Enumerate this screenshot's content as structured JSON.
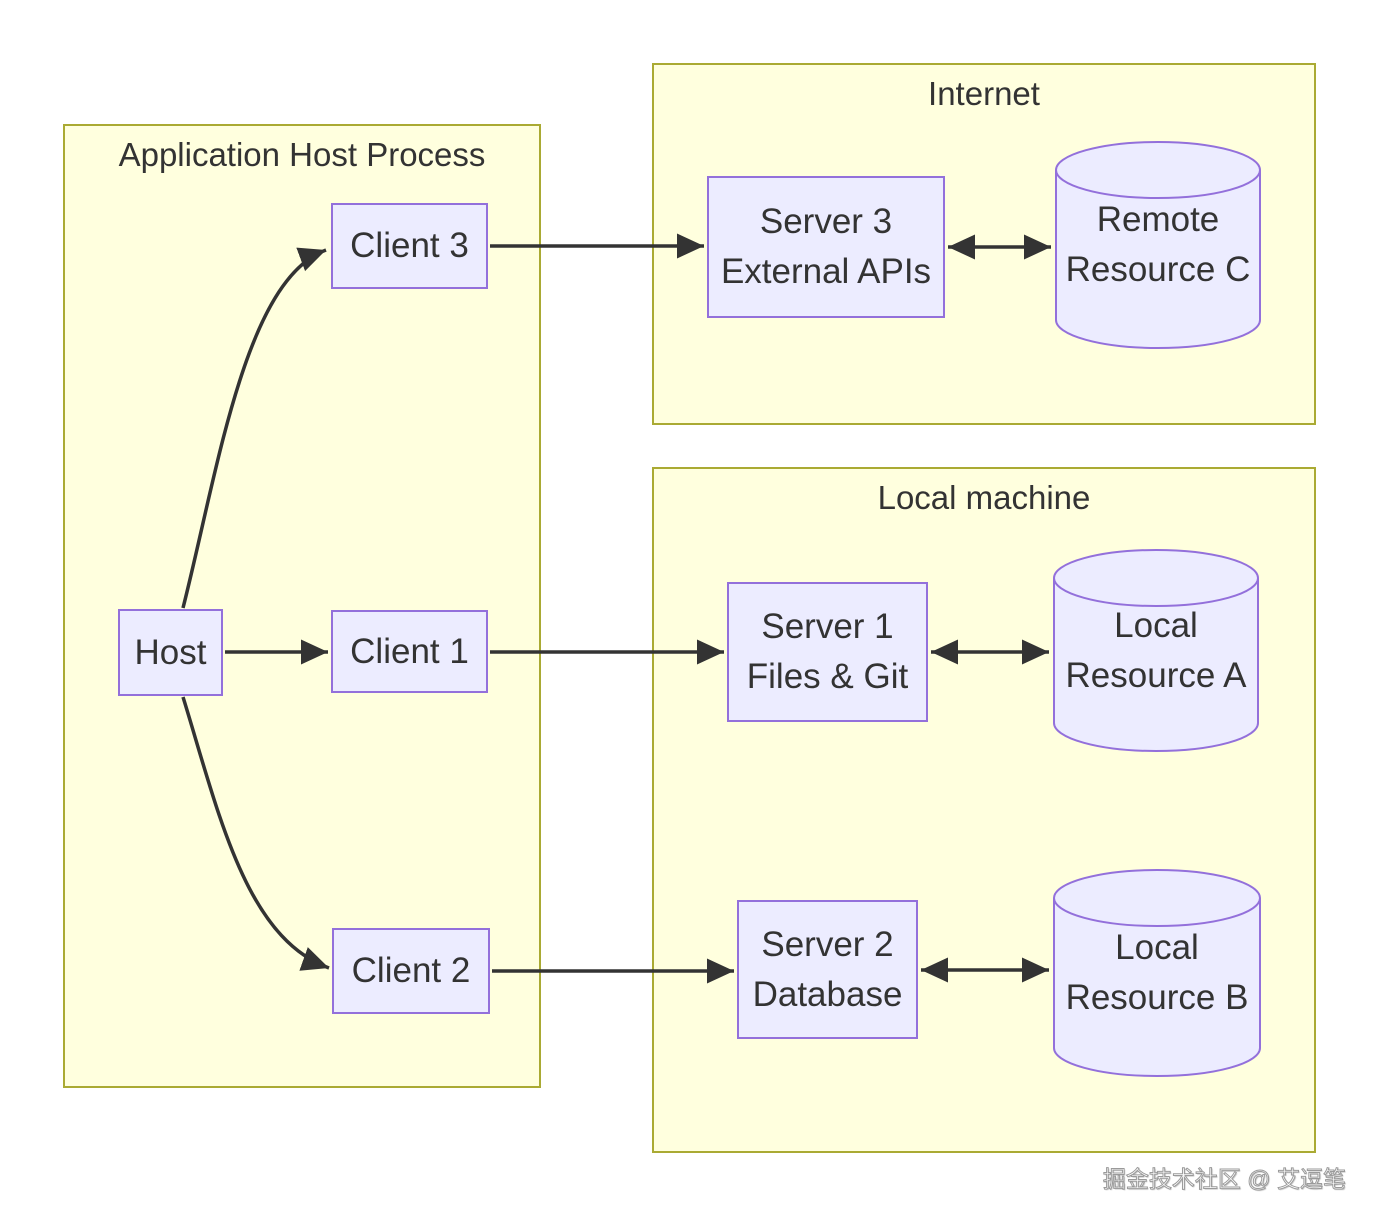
{
  "diagram": {
    "clusters": [
      {
        "title": "Application Host Process"
      },
      {
        "title": "Internet"
      },
      {
        "title": "Local machine"
      }
    ],
    "nodes": {
      "host": {
        "label": "Host"
      },
      "client3": {
        "label": "Client 3"
      },
      "client1": {
        "label": "Client 1"
      },
      "client2": {
        "label": "Client 2"
      },
      "server3": {
        "line1": "Server 3",
        "line2": "External APIs"
      },
      "server1": {
        "line1": "Server 1",
        "line2": "Files & Git"
      },
      "server2": {
        "line1": "Server 2",
        "line2": "Database"
      },
      "resourceC": {
        "line1": "Remote",
        "line2": "Resource C"
      },
      "resourceA": {
        "line1": "Local",
        "line2": "Resource A"
      },
      "resourceB": {
        "line1": "Local",
        "line2": "Resource B"
      }
    },
    "edges": [
      {
        "from": "Host",
        "to": "Client 3",
        "type": "arrow"
      },
      {
        "from": "Host",
        "to": "Client 1",
        "type": "arrow"
      },
      {
        "from": "Host",
        "to": "Client 2",
        "type": "arrow"
      },
      {
        "from": "Client 3",
        "to": "Server 3 External APIs",
        "type": "arrow"
      },
      {
        "from": "Server 3 External APIs",
        "to": "Remote Resource C",
        "type": "bidirectional"
      },
      {
        "from": "Client 1",
        "to": "Server 1 Files & Git",
        "type": "arrow"
      },
      {
        "from": "Server 1 Files & Git",
        "to": "Local Resource A",
        "type": "bidirectional"
      },
      {
        "from": "Client 2",
        "to": "Server 2 Database",
        "type": "arrow"
      },
      {
        "from": "Server 2 Database",
        "to": "Local Resource B",
        "type": "bidirectional"
      }
    ],
    "colors": {
      "cluster_fill": "#ffffde",
      "cluster_border": "#aaaa33",
      "node_fill": "#ececff",
      "node_border": "#9370db",
      "edge": "#333333",
      "text": "#333333"
    },
    "watermark": "掘金技术社区 @ 艾逗笔"
  }
}
